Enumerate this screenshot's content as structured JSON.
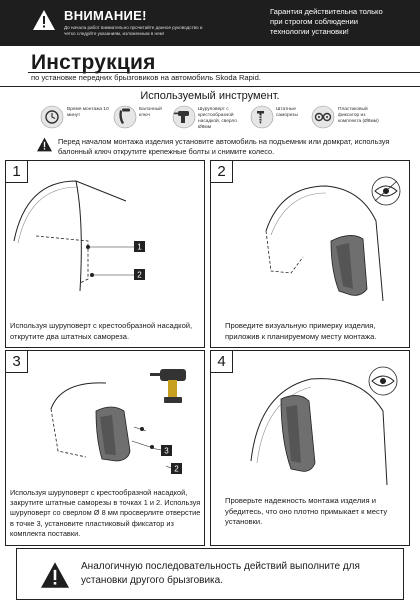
{
  "header": {
    "warning_title": "ВНИМАНИЕ!",
    "warning_text": "До начала работ внимательно прочитайте данное руководство и четко следуйте указаниям, изложенным в нем!",
    "guarantee": "Гарантия действительна только при строгом соблюдении технологии установки!"
  },
  "title": "Инструкция",
  "subtitle": "по установке передних брызговиков на автомобиль Skoda Rapid.",
  "tools": {
    "heading": "Используемый инструмент.",
    "items": [
      {
        "icon": "clock-icon",
        "label": "Время монтажа 10 минут"
      },
      {
        "icon": "wrench-icon",
        "label": "Балонный ключ"
      },
      {
        "icon": "screwdriver-icon",
        "label": "Шуруповерт с крестообразной насадкой, сверло Ø8мм"
      },
      {
        "icon": "screw-icon",
        "label": "Штатные саморезы"
      },
      {
        "icon": "fastener-icon",
        "label": "Пластиковый фиксатор из комплекта (Ø8мм)"
      }
    ]
  },
  "notice": "Перед началом монтажа изделия установите автомобиль на подъемник или домкрат, используя балонный ключ открутите крепежные болты и снимите колесо.",
  "steps": [
    {
      "number": "1",
      "text": "Используя шуруповерт с крестообразной насадкой, открутите два штатных самореза.",
      "markers": [
        "1",
        "2"
      ]
    },
    {
      "number": "2",
      "text": "Проведите визуальную примерку изделия, приложив к планируемому месту монтажа."
    },
    {
      "number": "3",
      "text": "Используя шуруповерт с крестообразной насадкой, закрутите штатные саморезы в точках 1 и 2. Используя шуруповерт со сверлом Ø 8 мм просверлите отверстие в точке 3, установите пластиковый фиксатор из комплекта поставки.",
      "markers": [
        "3",
        "2"
      ]
    },
    {
      "number": "4",
      "text": "Проверьте надежность монтажа изделия и убедитесь, что оно плотно примыкает к месту установки."
    }
  ],
  "footer": "Аналогичную последовательность действий выполните для установки другого брызговика.",
  "colors": {
    "dark": "#1e1e1e",
    "line": "#222222",
    "flap": "#6f6f6f"
  }
}
